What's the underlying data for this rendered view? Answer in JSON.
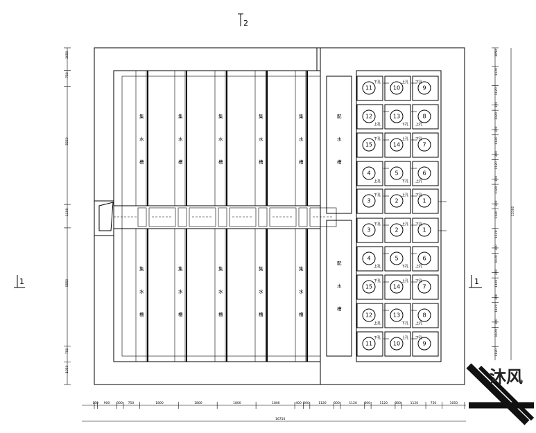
{
  "section_marks": {
    "top": "2",
    "left": "1",
    "right": "1"
  },
  "bottom_dims": [
    "150",
    "900",
    "300",
    "750",
    "1800",
    "1800",
    "1800",
    "1800",
    "400",
    "300",
    "1120",
    "300",
    "1120",
    "300",
    "1120",
    "300",
    "1120",
    "750",
    "1050"
  ],
  "bottom_total": "16750",
  "left_dims": [
    "1050",
    "750",
    "5550",
    "1100",
    "5550",
    "750",
    "1050"
  ],
  "right_dims": [
    "1050",
    "1120",
    "1120",
    "300",
    "1120",
    "300",
    "1120",
    "300",
    "1120",
    "300",
    "1120",
    "300",
    "1120",
    "1120",
    "300",
    "1120",
    "300",
    "1120",
    "300",
    "1120",
    "300",
    "1120",
    "1120",
    "1050"
  ],
  "right_total": "15300",
  "settling_label": [
    "集",
    "水",
    "槽"
  ],
  "distribution_label": [
    "配",
    "水",
    "槽"
  ],
  "cells_top": [
    [
      "11",
      "10",
      "9"
    ],
    [
      "12",
      "13",
      "8"
    ],
    [
      "15",
      "14",
      "7"
    ],
    [
      "4",
      "5",
      "6"
    ],
    [
      "3",
      "2",
      "1"
    ]
  ],
  "cells_bottom": [
    [
      "3",
      "2",
      "1"
    ],
    [
      "4",
      "5",
      "6"
    ],
    [
      "15",
      "14",
      "7"
    ],
    [
      "12",
      "13",
      "8"
    ],
    [
      "11",
      "10",
      "9"
    ]
  ],
  "flow_tags": [
    "下孔",
    "上孔"
  ],
  "watermark": "沐风"
}
